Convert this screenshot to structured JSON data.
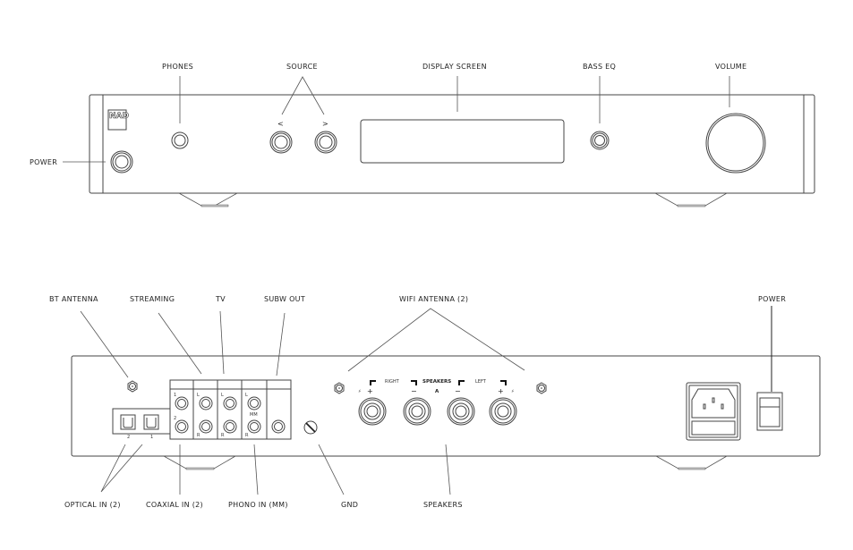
{
  "front_panel": {
    "brand": "NAD",
    "labels": {
      "power": "POWER",
      "phones": "PHONES",
      "source": "SOURCE",
      "display_screen": "DISPLAY SCREEN",
      "bass_eq": "BASS EQ",
      "volume": "VOLUME"
    },
    "source_prev_glyph": "<",
    "source_next_glyph": ">"
  },
  "rear_panel": {
    "labels": {
      "bt_antenna": "BT ANTENNA",
      "streaming": "STREAMING",
      "tv": "TV",
      "subw_out": "SUBW OUT",
      "wifi_antenna": "WIFI ANTENNA (2)",
      "power": "POWER",
      "optical_in": "OPTICAL IN (2)",
      "coaxial_in": "COAXIAL IN (2)",
      "phono_in": "PHONO IN (MM)",
      "gnd": "GND",
      "speakers": "SPEAKERS"
    },
    "optical_port_numbers": [
      "2",
      "1"
    ],
    "rca_marks": {
      "coax_1": "1",
      "coax_2": "2",
      "left": "L",
      "right": "R",
      "mm": "MM"
    },
    "speaker_marks": {
      "right": "RIGHT",
      "speakers": "SPEAKERS",
      "a": "A",
      "left": "LEFT",
      "plus": "+",
      "minus": "−"
    }
  }
}
